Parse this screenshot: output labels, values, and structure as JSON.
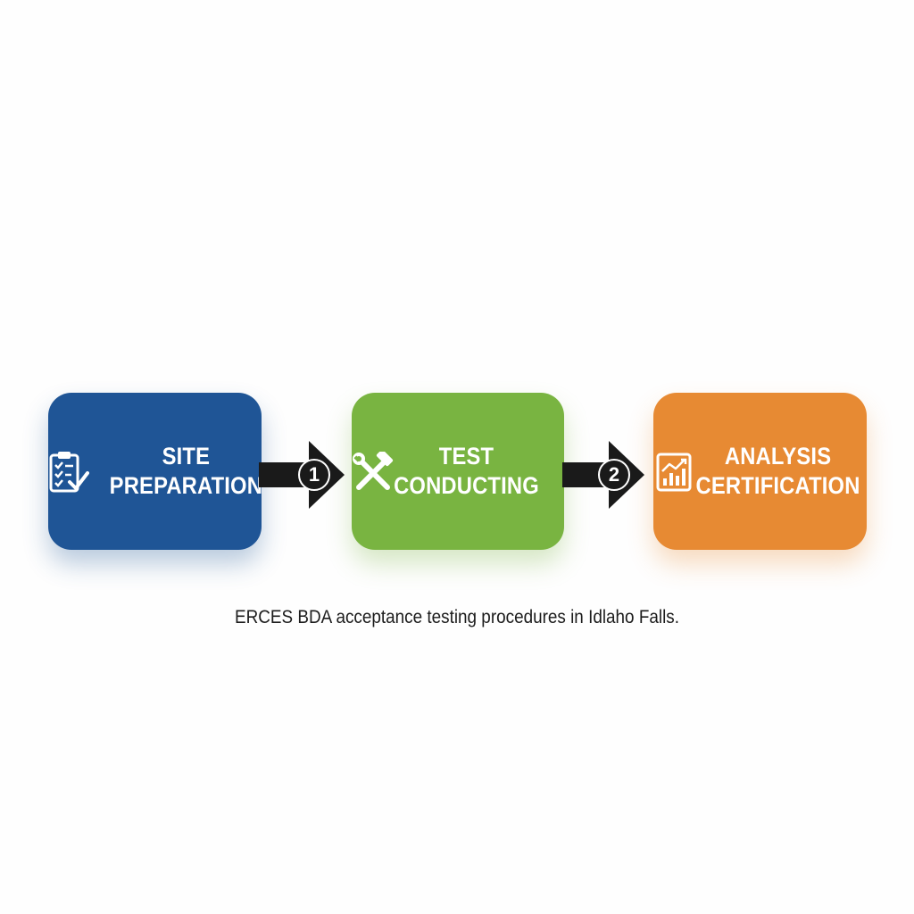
{
  "diagram": {
    "steps": [
      {
        "id": "site-preparation",
        "lines": [
          "SITE",
          "PREPARATION"
        ],
        "color": "#1f5596",
        "icon": "clipboard-check-icon"
      },
      {
        "id": "test-conducting",
        "lines": [
          "TEST",
          "CONDUCTING"
        ],
        "color": "#79b441",
        "icon": "wrench-hammer-icon"
      },
      {
        "id": "analysis-certification",
        "lines": [
          "ANALYSIS",
          "CERTIFICATION"
        ],
        "color": "#e78a33",
        "icon": "chart-report-icon"
      }
    ],
    "connectors": [
      {
        "label": "1",
        "color": "#1a1a1a"
      },
      {
        "label": "2",
        "color": "#1a1a1a"
      }
    ],
    "caption": "ERCES BDA acceptance testing procedures in Idlaho Falls."
  }
}
